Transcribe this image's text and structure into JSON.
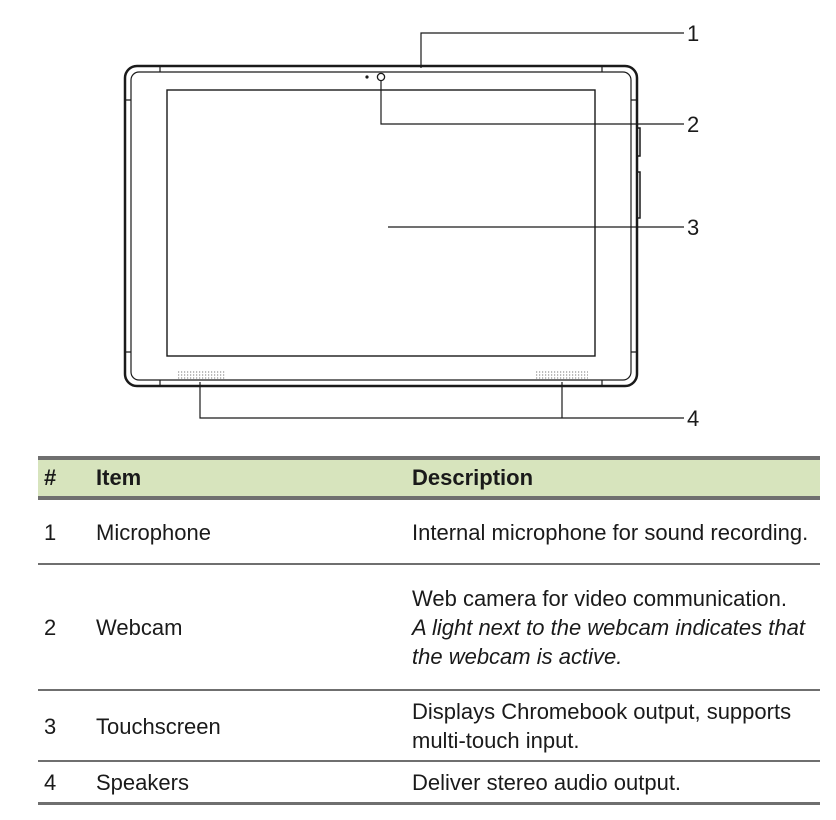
{
  "callouts": [
    "1",
    "2",
    "3",
    "4"
  ],
  "table": {
    "headers": {
      "num": "#",
      "item": "Item",
      "description": "Description"
    },
    "rows": [
      {
        "num": "1",
        "item": "Microphone",
        "description": "Internal microphone for sound recording.",
        "note": ""
      },
      {
        "num": "2",
        "item": "Webcam",
        "description": "Web camera for video communication.",
        "note": "A light next to the webcam indicates that the webcam is active."
      },
      {
        "num": "3",
        "item": "Touchscreen",
        "description": "Displays Chromebook output, supports multi-touch input.",
        "note": ""
      },
      {
        "num": "4",
        "item": "Speakers",
        "description": "Deliver stereo audio output.",
        "note": ""
      }
    ]
  },
  "colors": {
    "header_bg": "#d7e4bd",
    "rule": "#6f6f6f",
    "line_art": "#1a1a1a"
  }
}
